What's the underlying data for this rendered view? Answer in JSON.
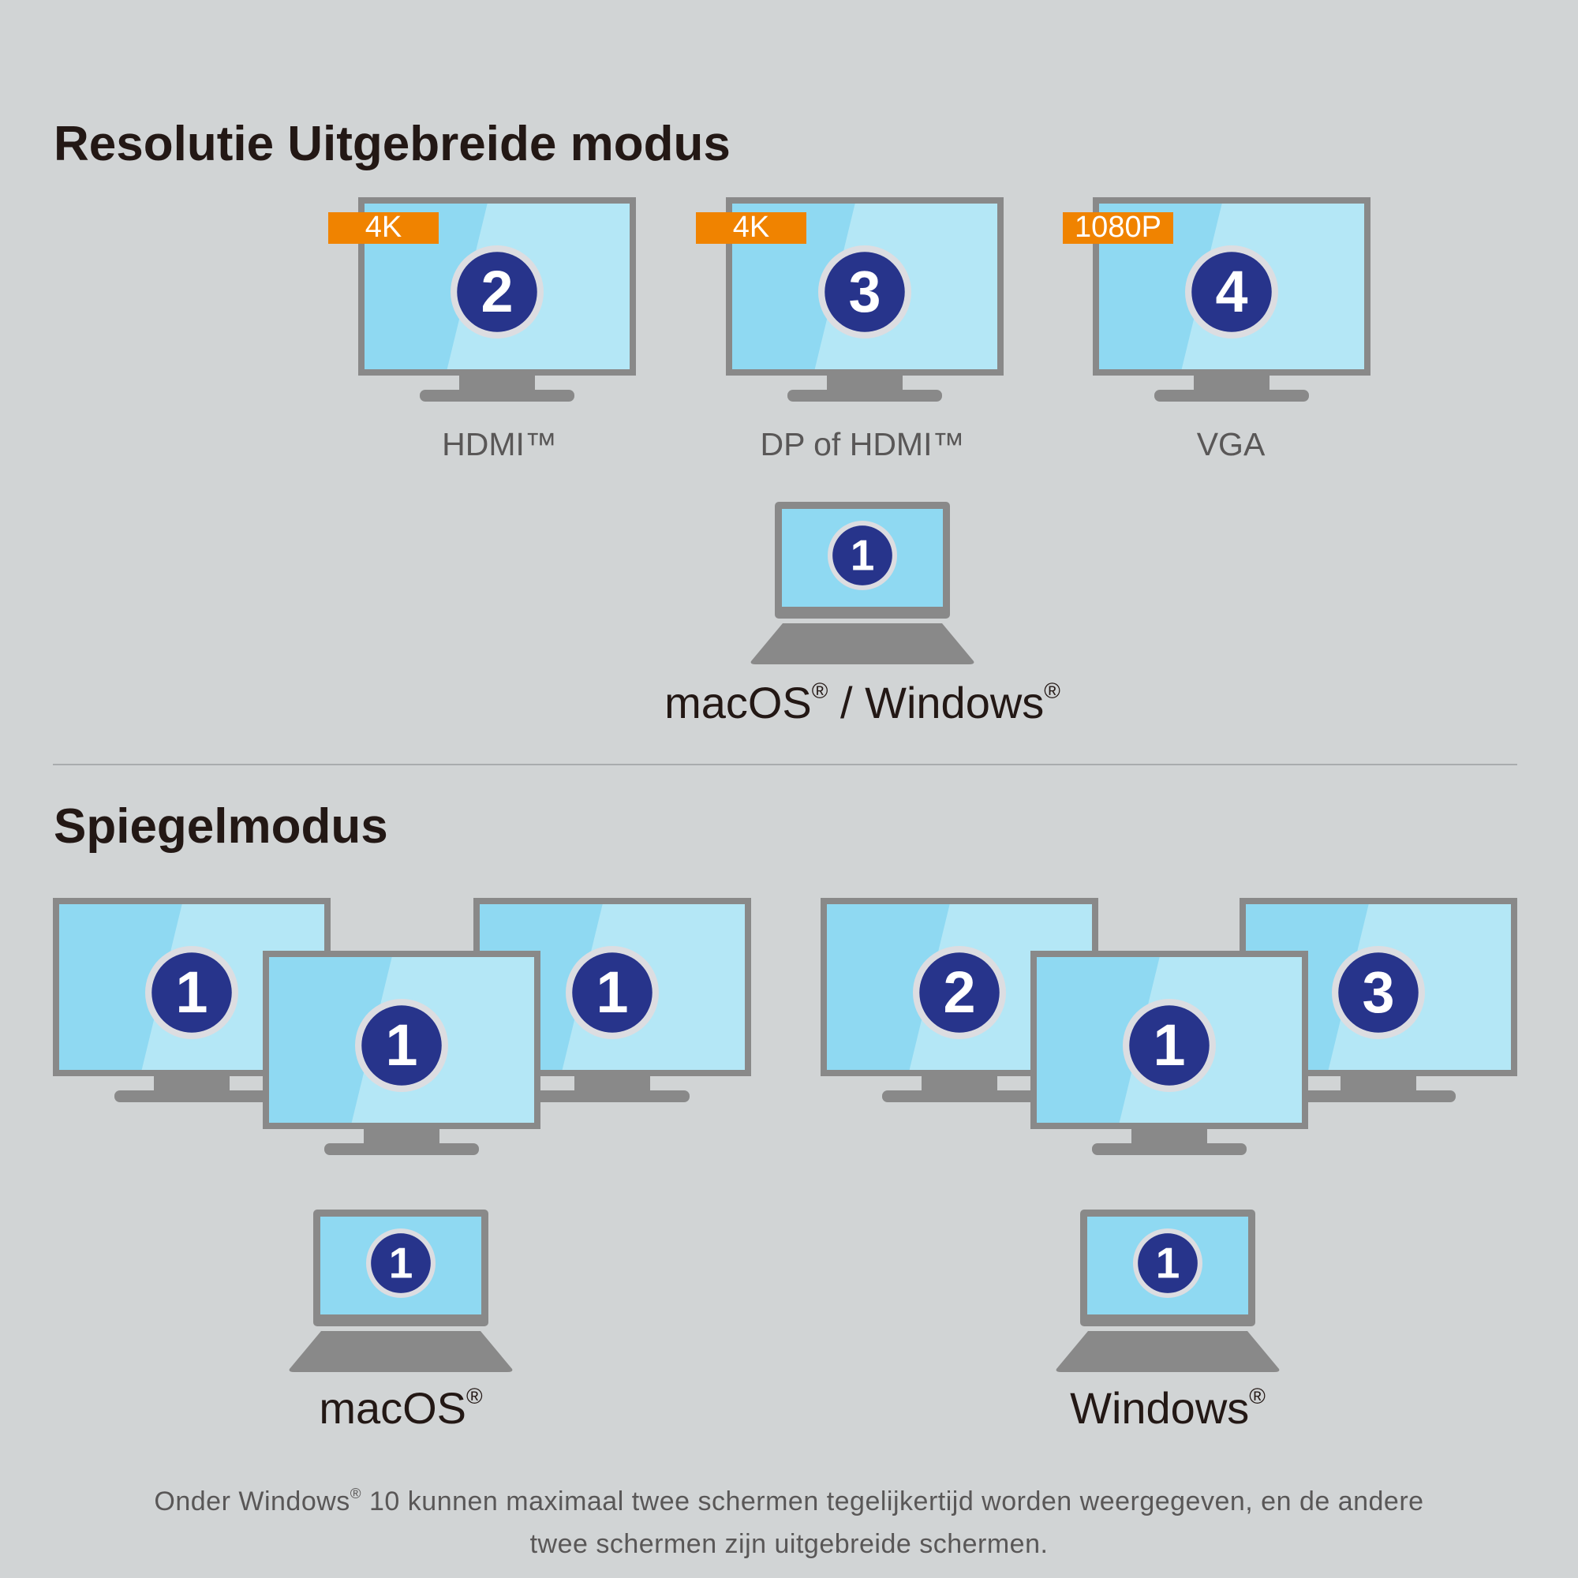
{
  "extended": {
    "title": "Resolutie Uitgebreide modus",
    "monitors": [
      {
        "number": "2",
        "badge": "4K",
        "port": "HDMI™"
      },
      {
        "number": "3",
        "badge": "4K",
        "port": "DP of HDMI™"
      },
      {
        "number": "4",
        "badge": "1080P",
        "port": "VGA"
      }
    ],
    "laptop_number": "1",
    "os_label": "macOS",
    "os_separator": " / ",
    "os_label2": "Windows",
    "registered_mark": "®"
  },
  "mirror": {
    "title": "Spiegelmodus",
    "macos": {
      "monitor_numbers": [
        "1",
        "1",
        "1"
      ],
      "laptop_number": "1",
      "os_label": "macOS"
    },
    "windows": {
      "monitor_numbers": [
        "2",
        "3",
        "1"
      ],
      "laptop_number": "1",
      "os_label": "Windows"
    }
  },
  "note": {
    "line1_pre": "Onder Windows",
    "line1_post": " 10 kunnen maximaal twee schermen tegelijkertijd worden weergegeven, en de andere",
    "line2": "twee schermen zijn uitgebreide schermen."
  },
  "colors": {
    "background": "#d1d4d5",
    "frame": "#898989",
    "screen_dark": "#8fd9f2",
    "screen_light": "#b4e7f6",
    "circle_fill": "#27348b",
    "circle_ring": "#dcdde1",
    "badge": "#f08300",
    "title_text": "#231815",
    "label_text": "#595757"
  }
}
